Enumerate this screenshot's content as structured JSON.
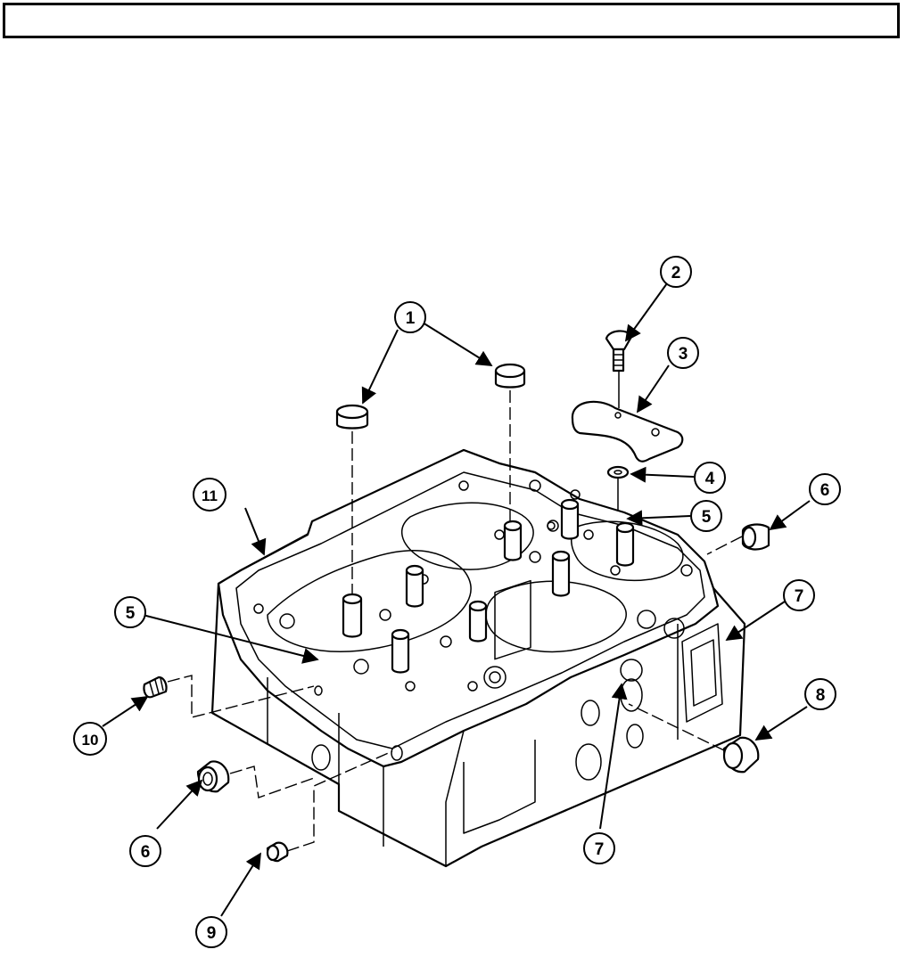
{
  "figure": {
    "callouts": [
      {
        "id": "c1",
        "label": "1"
      },
      {
        "id": "c2",
        "label": "2"
      },
      {
        "id": "c3",
        "label": "3"
      },
      {
        "id": "c4",
        "label": "4"
      },
      {
        "id": "c5a",
        "label": "5"
      },
      {
        "id": "c5b",
        "label": "5"
      },
      {
        "id": "c6a",
        "label": "6"
      },
      {
        "id": "c6b",
        "label": "6"
      },
      {
        "id": "c7a",
        "label": "7"
      },
      {
        "id": "c7b",
        "label": "7"
      },
      {
        "id": "c8",
        "label": "8"
      },
      {
        "id": "c9",
        "label": "9"
      },
      {
        "id": "c10",
        "label": "10"
      },
      {
        "id": "c11",
        "label": "11"
      }
    ]
  }
}
